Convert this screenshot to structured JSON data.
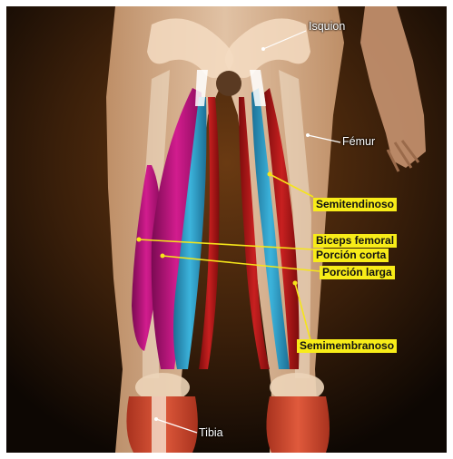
{
  "labels": {
    "isquion": "Isquion",
    "femur": "Fémur",
    "semitendinoso": "Semitendinoso",
    "biceps_femoral": "Biceps femoral",
    "porcion_corta": "Porción corta",
    "porcion_larga": "Porción larga",
    "semimembranoso": "Semimembranoso",
    "tibia": "Tibia"
  },
  "colors": {
    "label_bg": "#f8ec18",
    "leader_line": "#f5e51a",
    "white_leader": "#ffffff",
    "biceps_femoral_muscle": "#c0147c",
    "semitendinoso_muscle": "#2a9ec8",
    "semimembranoso_muscle": "#b81c1c",
    "skin": "#e9c6a6",
    "background": "#2a1608"
  }
}
